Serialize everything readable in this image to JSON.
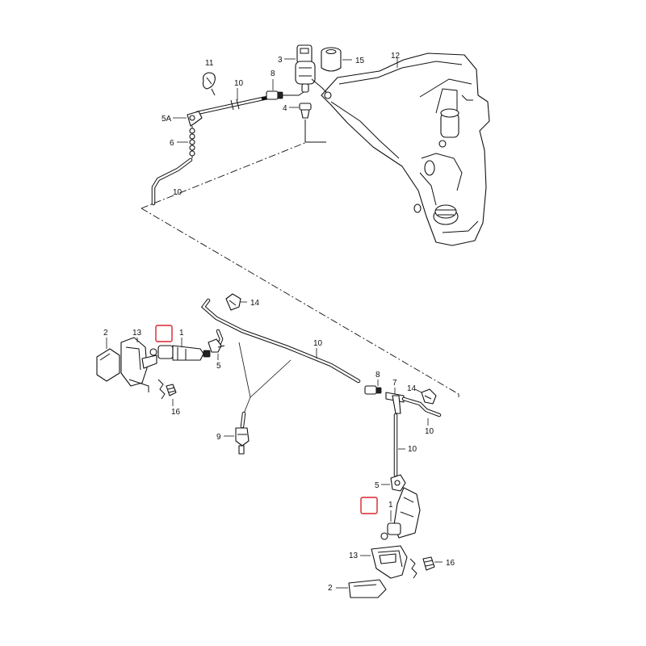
{
  "labels": {
    "p1_upper": "1",
    "p1_lower": "1",
    "p2_upper": "2",
    "p2_lower": "2",
    "p3": "3",
    "p4": "4",
    "p5a": "5A",
    "p5_upper": "5",
    "p5_lower": "5",
    "p6": "6",
    "p7": "7",
    "p8_top": "8",
    "p8_mid": "8",
    "p9": "9",
    "p10_top": "10",
    "p10_left": "10",
    "p10_mid": "10",
    "p10_right": "10",
    "p10_vert": "10",
    "p11": "11",
    "p12": "12",
    "p13_upper": "13",
    "p13_lower": "13",
    "p14_upper": "14",
    "p14_lower": "14",
    "p15": "15",
    "p16_upper": "16",
    "p16_lower": "16"
  },
  "colors": {
    "line": "#111111",
    "highlight": "#d9262c",
    "background": "#ffffff"
  }
}
